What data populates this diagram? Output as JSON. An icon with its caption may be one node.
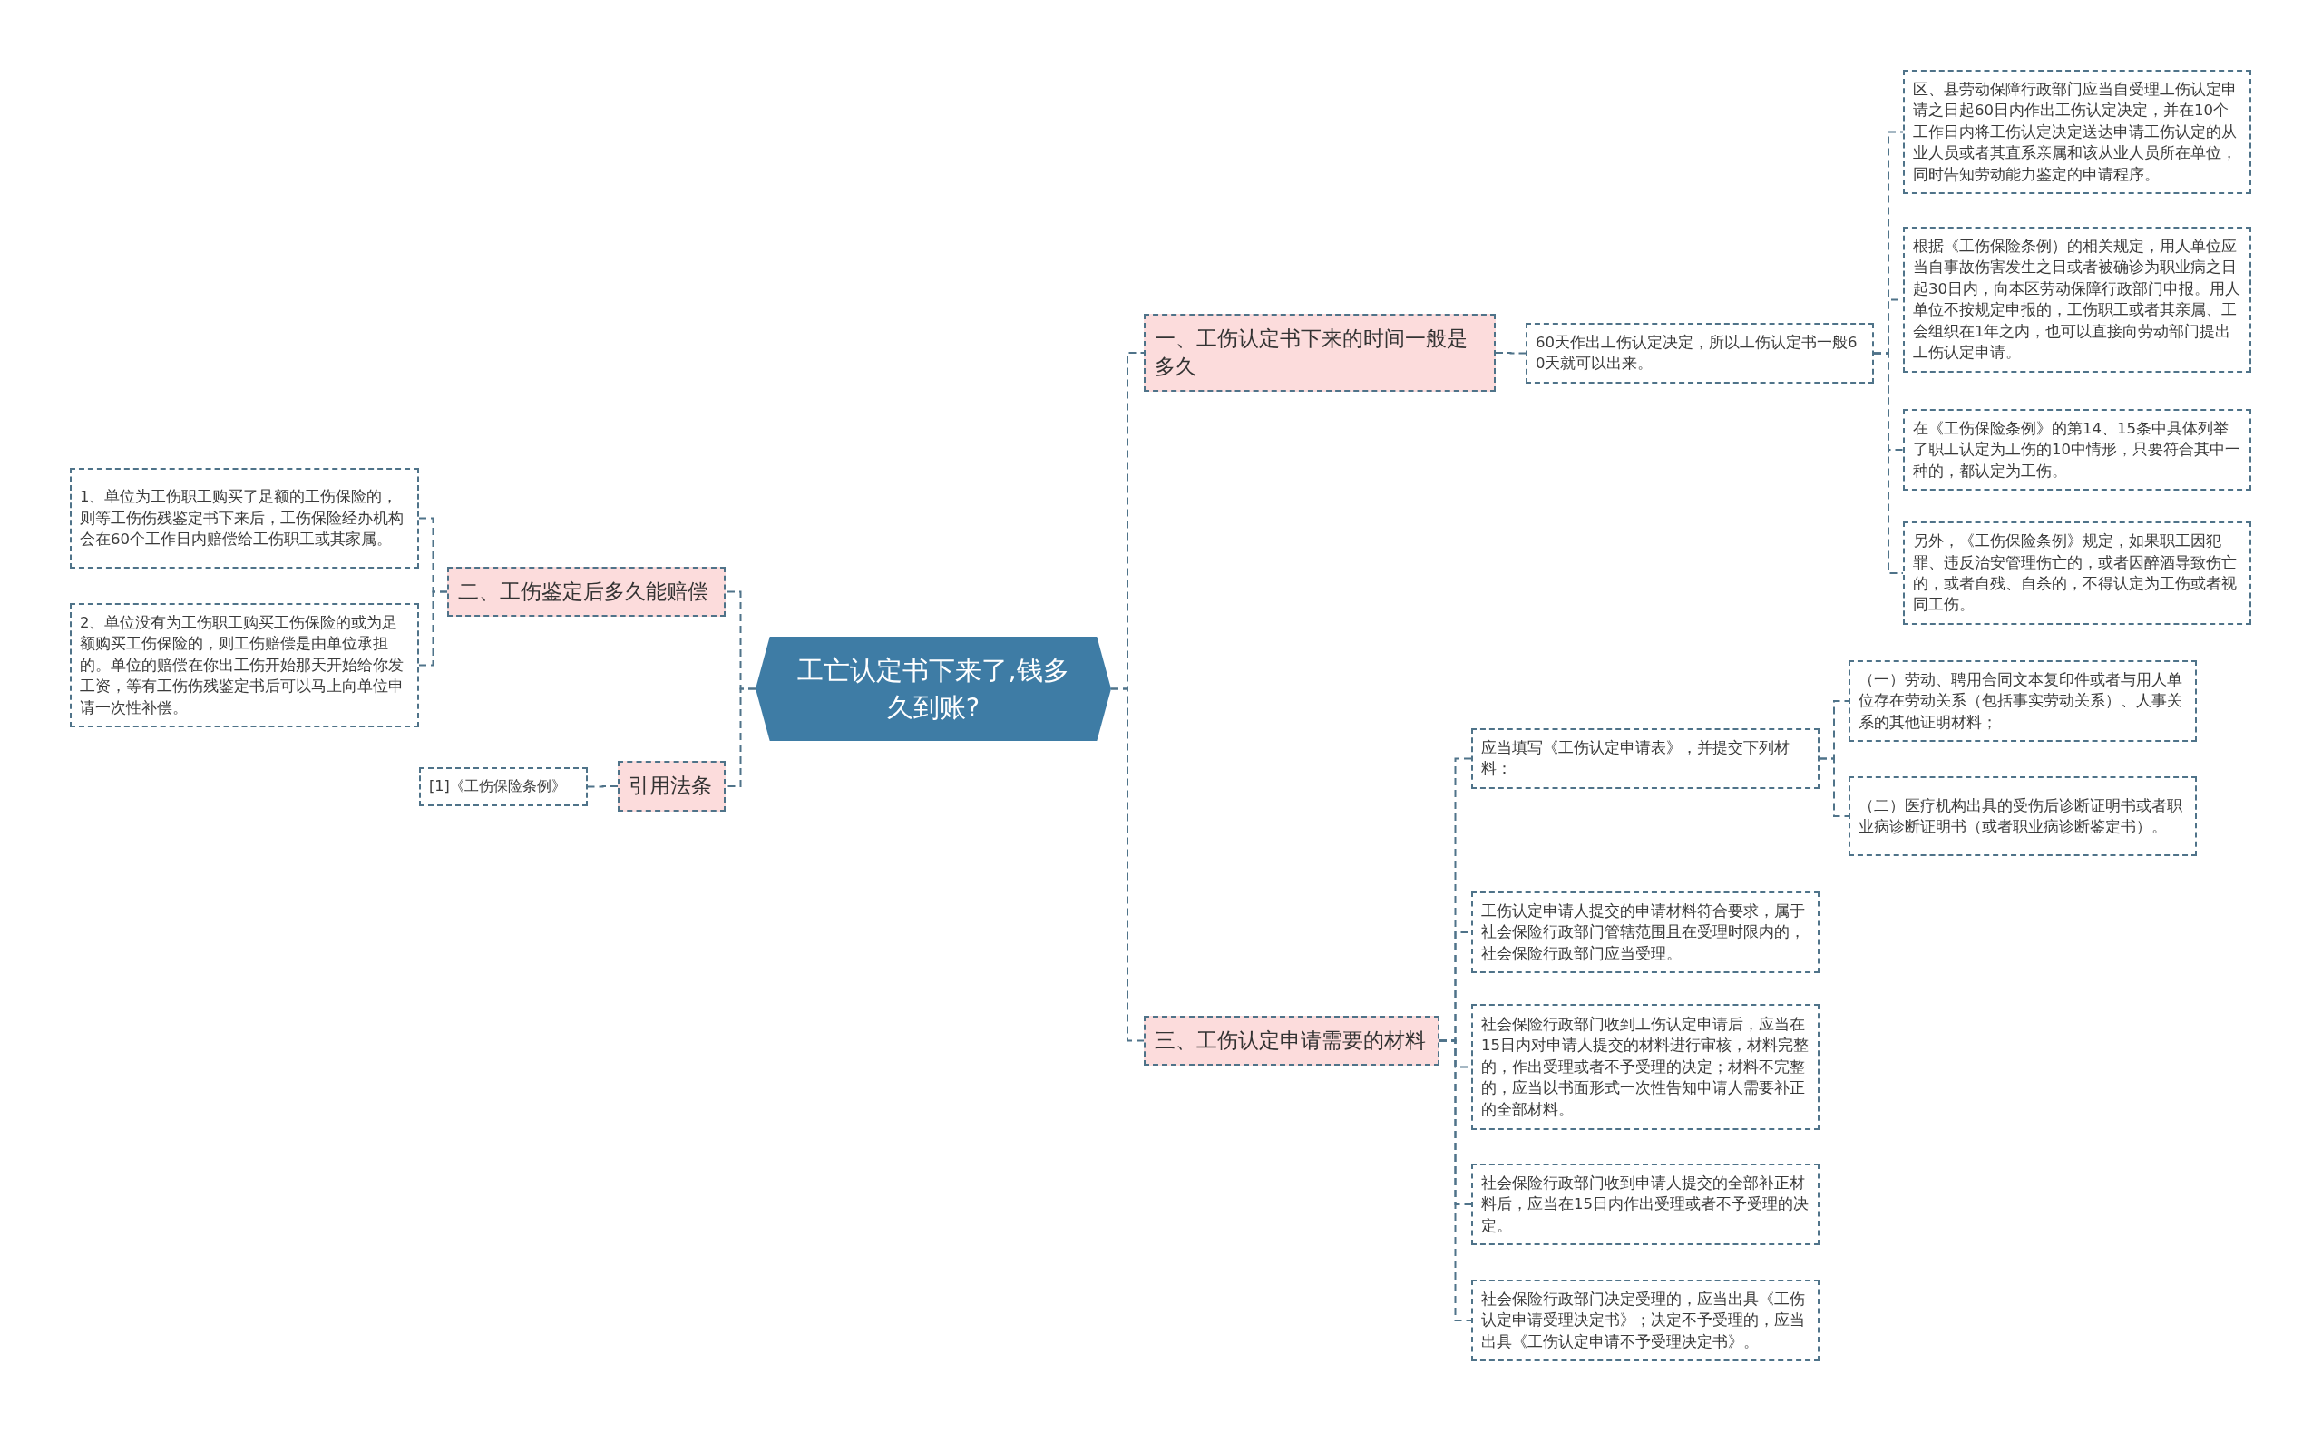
{
  "diagram": {
    "nodes": [
      {
        "text": [
          "工亡认定书下来了,钱多久到账?"
        ]
      },
      {
        "text": [
          "一、工伤认定书下来的时间一般是多久"
        ]
      },
      {
        "text": [
          "60天作出工伤认定决定，所以工伤认定书一般60天就可以出来。"
        ]
      },
      {
        "text": [
          "区、县劳动保障行政部门应当自受理工伤认定申请之日起60日内作出工伤认定决定，并在10个工作日内将工伤认定决定送达申请工伤认定的从业人员或者其直系亲属和该从业人员所在单位，同时告知劳动能力鉴定的申请程序。"
        ]
      },
      {
        "text": [
          "根据《工伤保险条例）的相关规定，用人单位应当自事故伤害发生之日或者被确诊为职业病之日起30日内，向本区劳动保障行政部门申报。用人单位不按规定申报的，工伤职工或者其亲属、工会组织在1年之内，也可以直接向劳动部门提出工伤认定申请。"
        ]
      },
      {
        "text": [
          "在《工伤保险条例》的第14、15条中具体列举了职工认定为工伤的10中情形，只要符合其中一种的，都认定为工伤。"
        ]
      },
      {
        "text": [
          "另外，《工伤保险条例》规定，如果职工因犯罪、违反治安管理伤亡的，或者因醉酒导致伤亡的，或者自残、自杀的，不得认定为工伤或者视同工伤。"
        ]
      },
      {
        "text": [
          "三、工伤认定申请需要的材料"
        ]
      },
      {
        "text": [
          "应当填写《工伤认定申请表》，并提交下列材料："
        ]
      },
      {
        "text": [
          "（一）劳动、聘用合同文本复印件或者与用人单位存在劳动关系（包括事实劳动关系）、人事关系的其他证明材料；"
        ]
      },
      {
        "text": [
          "（二）医疗机构出具的受伤后诊断证明书或者职业病诊断证明书（或者职业病诊断鉴定书）。"
        ]
      },
      {
        "text": [
          "工伤认定申请人提交的申请材料符合要求，属于社会保险行政部门管辖范围且在受理时限内的，社会保险行政部门应当受理。"
        ]
      },
      {
        "text": [
          "社会保险行政部门收到工伤认定申请后，应当在15日内对申请人提交的材料进行审核，材料完整的，作出受理或者不予受理的决定；材料不完整的，应当以书面形式一次性告知申请人需要补正的全部材料。"
        ]
      },
      {
        "text": [
          "社会保险行政部门收到申请人提交的全部补正材料后，应当在15日内作出受理或者不予受理的决定。"
        ]
      },
      {
        "text": [
          "社会保险行政部门决定受理的，应当出具《工伤认定申请受理决定书》；决定不予受理的，应当出具《工伤认定申请不予受理决定书》。"
        ]
      },
      {
        "text": [
          "二、工伤鉴定后多久能赔偿"
        ]
      },
      {
        "text": [
          "1、单位为工伤职工购买了足额的工伤保险的，则等工伤伤残鉴定书下来后，工伤保险经办机构会在60个工作日内赔偿给工伤职工或其家属。"
        ]
      },
      {
        "text": [
          "2、单位没有为工伤职工购买工伤保险的或为足额购买工伤保险的，则工伤赔偿是由单位承担的。单位的赔偿在你出工伤开始那天开始给你发工资，等有工伤伤残鉴定书后可以马上向单位申请一次性补偿。"
        ]
      },
      {
        "text": [
          "引用法条"
        ]
      },
      {
        "text": [
          "[1]《工伤保险条例》"
        ]
      }
    ],
    "edges": [
      {
        "from": 0,
        "to": 1,
        "arrow": "none"
      },
      {
        "from": 1,
        "to": 2,
        "arrow": "none"
      },
      {
        "from": 2,
        "to": 3,
        "arrow": "none"
      },
      {
        "from": 2,
        "to": 4,
        "arrow": "none"
      },
      {
        "from": 2,
        "to": 5,
        "arrow": "none"
      },
      {
        "from": 2,
        "to": 6,
        "arrow": "none"
      },
      {
        "from": 0,
        "to": 7,
        "arrow": "none"
      },
      {
        "from": 7,
        "to": 8,
        "arrow": "none"
      },
      {
        "from": 8,
        "to": 9,
        "arrow": "none"
      },
      {
        "from": 8,
        "to": 10,
        "arrow": "none"
      },
      {
        "from": 7,
        "to": 11,
        "arrow": "none"
      },
      {
        "from": 7,
        "to": 12,
        "arrow": "none"
      },
      {
        "from": 7,
        "to": 13,
        "arrow": "none"
      },
      {
        "from": 7,
        "to": 14,
        "arrow": "none"
      },
      {
        "from": 0,
        "to": 15,
        "arrow": "none"
      },
      {
        "from": 15,
        "to": 16,
        "arrow": "none"
      },
      {
        "from": 15,
        "to": 17,
        "arrow": "none"
      },
      {
        "from": 0,
        "to": 18,
        "arrow": "none"
      },
      {
        "from": 18,
        "to": 19,
        "arrow": "none"
      }
    ]
  }
}
